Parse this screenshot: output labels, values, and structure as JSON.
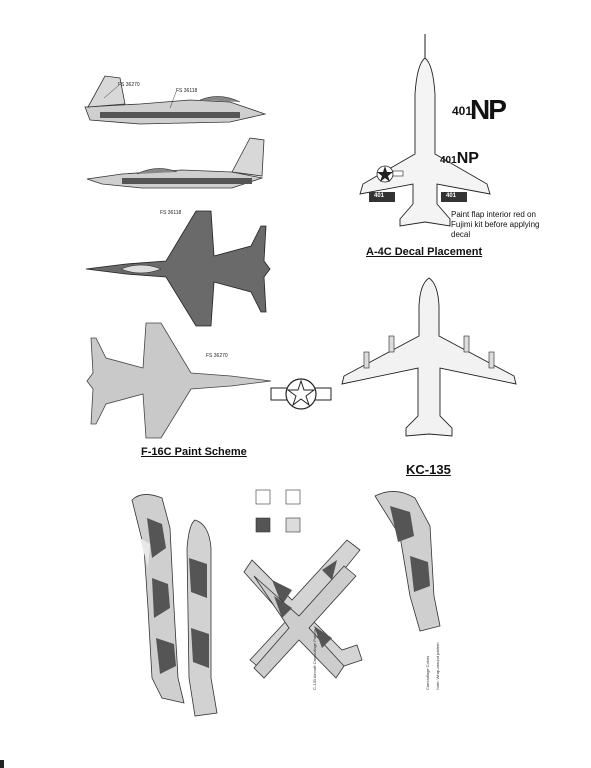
{
  "f16": {
    "caption": "F-16C Paint Scheme",
    "labels": {
      "side_fs1": "FS 36270",
      "side_fs2": "FS 36118",
      "top_fs": "FS 36118",
      "bottom_fs": "FS 36270"
    }
  },
  "a4c": {
    "caption": "A-4C Decal Placement",
    "note": "Paint flap interior red on Fujimi kit before applying decal",
    "tail_code": "NP",
    "tail_number": "401",
    "wing_number": "401"
  },
  "kc135": {
    "caption": "KC-135"
  },
  "c130": {
    "legend_notes": [
      "C-130 Aircraft Camouflage Pattern",
      "Camouflage Colors",
      "Note: Wrap-around pattern"
    ]
  },
  "colors": {
    "light_gray": "#c9c9c9",
    "dark_gray": "#6a6a6a",
    "camo_dark": "#555555",
    "camo_light": "#dcdcdc"
  }
}
